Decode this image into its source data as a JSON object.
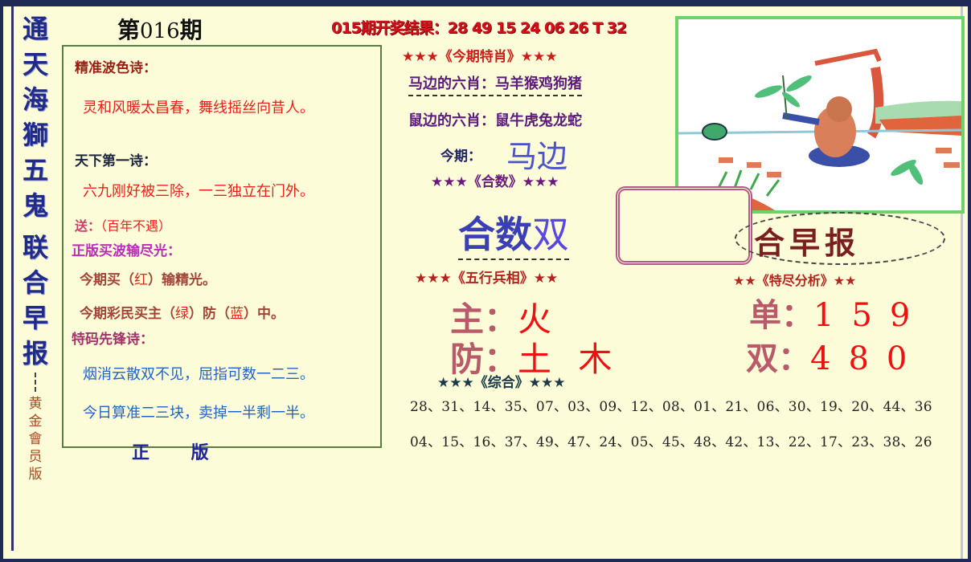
{
  "header": {
    "issue_prefix": "第",
    "issue_number": "016",
    "issue_suffix": "期",
    "last_result": "015期开奖结果：28 49 15 24 06 26 T 32"
  },
  "side_title": {
    "chars": [
      "通",
      "天",
      "海",
      "獅",
      "五",
      "鬼",
      "联",
      "合",
      "早",
      "报"
    ],
    "subtitle_chars": [
      "黄",
      "金",
      "會",
      "员",
      "版"
    ]
  },
  "poems": {
    "wave_color_label": "精准波色诗：",
    "wave_color_line": "灵和风暖太昌春，舞线摇丝向昔人。",
    "top_poem_label": "天下第一诗：",
    "top_poem_line": "六九刚好被三除，一三独立在门外。",
    "gift_prefix": "送：",
    "gift_text": "（百年不遇）",
    "lose_label": "正版买波输尽光：",
    "lose_line1_a": "今期买（",
    "lose_line1_color": "红",
    "lose_line1_b": "）输精光。",
    "lose_line2_a": "今期彩民买主（",
    "lose_line2_color1": "绿",
    "lose_line2_b": "）防（",
    "lose_line2_color2": "蓝",
    "lose_line2_c": "）中。",
    "special_label": "特码先锋诗：",
    "special_line1": "烟消云散双不见，屈指可数一二三。",
    "special_line2": "今日算准二三块，卖掉一半剩一半。",
    "footer_mark": "正 版"
  },
  "zodiac": {
    "title": "★★★《今期特肖》★★★",
    "horse_side": "马边的六肖：马羊猴鸡狗猪",
    "rat_side": "鼠边的六肖：鼠牛虎兔龙蛇",
    "current_label": "今期：",
    "current_value": "马边"
  },
  "sum": {
    "title": "★★★《合数》★★★",
    "label": "合数",
    "value": "双"
  },
  "elements": {
    "title": "★★★《五行兵相》★★",
    "main_label": "主：",
    "main_value": "火",
    "guard_label": "防：",
    "guard_value": "土 木"
  },
  "comprehensive": {
    "title": "★★★《综合》★★★",
    "row1": "28、31、14、35、07、03、09、12、08、01、21、06、30、19、20、44、36",
    "row2": "04、15、16、37、49、47、24、05、45、48、42、13、22、17、23、38、26"
  },
  "brand": {
    "text": "联合早报",
    "visible_text": "合早报"
  },
  "tail_analysis": {
    "title": "★★《特尽分析》★★",
    "odd_label": "单：",
    "odd_value": "159",
    "even_label": "双：",
    "even_value": "480"
  },
  "picture": {
    "description": "hand-drawn bear holding a leafy branch by a river"
  },
  "colors": {
    "background": "#fdfcd8",
    "frame": "#1f2a55",
    "accent_red": "#ee1111",
    "title_blue": "#1f2a8a",
    "picture_border": "#6cd36b"
  }
}
